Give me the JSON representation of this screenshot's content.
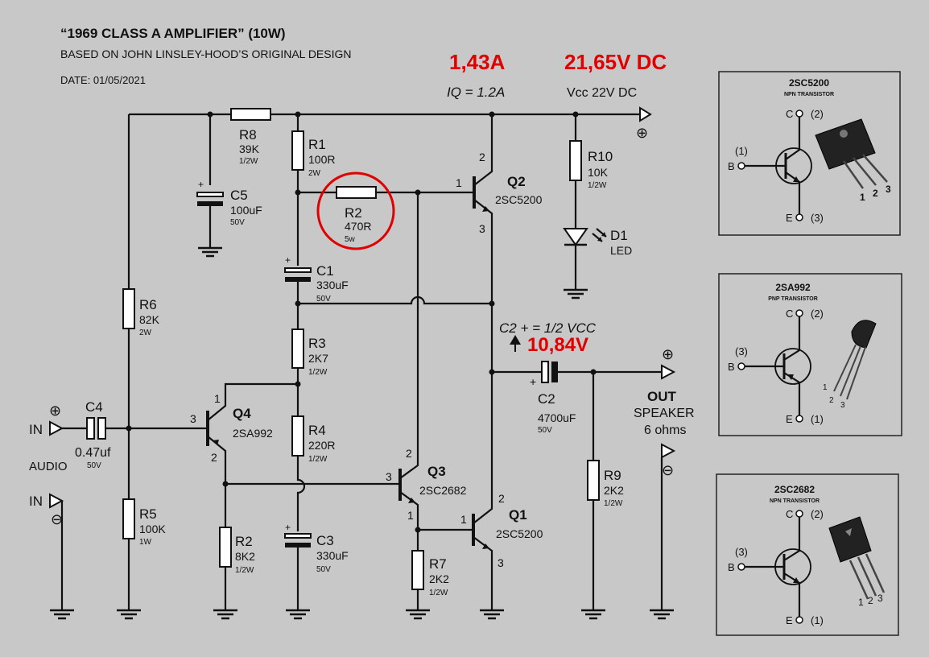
{
  "header": {
    "title": "“1969 CLASS A AMPLIFIER” (10W)",
    "subtitle": "BASED ON JOHN LINSLEY-HOOD’S ORIGINAL DESIGN",
    "date": "DATE: 01/05/2021"
  },
  "measurements": {
    "current": "1,43A",
    "voltage": "21,65V DC",
    "iq": "IQ = 1.2A",
    "vcc": "Vcc  22V DC",
    "c2_note": "C2 + = 1/2 VCC",
    "c2_voltage": "10,84V"
  },
  "symbols": {
    "plus": "⊕",
    "minus": "⊖",
    "cap_plus": "+"
  },
  "components": {
    "r8": {
      "name": "R8",
      "value": "39K",
      "power": "1/2W"
    },
    "r1": {
      "name": "R1",
      "value": "100R",
      "power": "2W"
    },
    "r2_top": {
      "name": "R2",
      "value": "470R",
      "power": "5w"
    },
    "c5": {
      "name": "C5",
      "value": "100uF",
      "voltage": "50V"
    },
    "c1": {
      "name": "C1",
      "value": "330uF",
      "voltage": "50V"
    },
    "r6": {
      "name": "R6",
      "value": "82K",
      "power": "2W"
    },
    "r3": {
      "name": "R3",
      "value": "2K7",
      "power": "1/2W"
    },
    "r4": {
      "name": "R4",
      "value": "220R",
      "power": "1/2W"
    },
    "c3": {
      "name": "C3",
      "value": "330uF",
      "voltage": "50V"
    },
    "r5": {
      "name": "R5",
      "value": "100K",
      "power": "1W"
    },
    "r2_bottom": {
      "name": "R2",
      "value": "8K2",
      "power": "1/2W"
    },
    "c4": {
      "name": "C4",
      "value": "0.47uf",
      "voltage": "50V"
    },
    "r7": {
      "name": "R7",
      "value": "2K2",
      "power": "1/2W"
    },
    "r10": {
      "name": "R10",
      "value": "10K",
      "power": "1/2W"
    },
    "d1": {
      "name": "D1",
      "value": "LED"
    },
    "c2": {
      "name": "C2",
      "value": "4700uF",
      "voltage": "50V"
    },
    "r9": {
      "name": "R9",
      "value": "2K2",
      "power": "1/2W"
    },
    "q1": {
      "name": "Q1",
      "part": "2SC5200"
    },
    "q2": {
      "name": "Q2",
      "part": "2SC5200"
    },
    "q3": {
      "name": "Q3",
      "part": "2SC2682"
    },
    "q4": {
      "name": "Q4",
      "part": "2SA992"
    }
  },
  "io": {
    "in": "IN",
    "audio": "AUDIO",
    "out": "OUT",
    "speaker": "SPEAKER",
    "ohms": "6 ohms"
  },
  "pins": {
    "p1": "1",
    "p2": "2",
    "p3": "3",
    "c2": "(2)",
    "b1": "(1)",
    "e3": "(3)",
    "b3": "(3)",
    "e1": "(1)",
    "C": "C",
    "B": "B",
    "E": "E"
  },
  "packages": [
    {
      "part": "2SC5200",
      "type": "NPN TRANSISTOR"
    },
    {
      "part": "2SA992",
      "type": "PNP TRANSISTOR"
    },
    {
      "part": "2SC2682",
      "type": "NPN TRANSISTOR"
    }
  ]
}
